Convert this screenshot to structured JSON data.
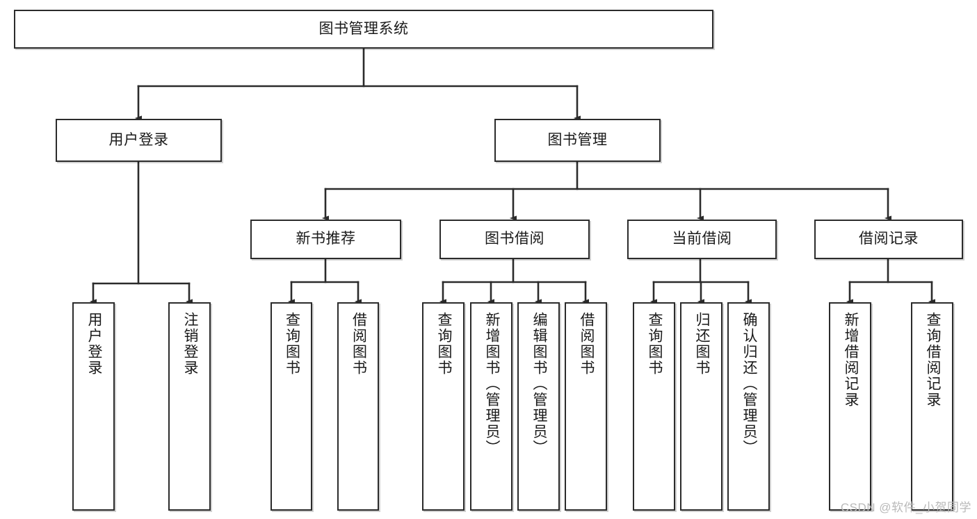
{
  "diagram": {
    "title": "图书管理系统",
    "watermark": "CSDN @软件_小贺同学",
    "colors": {
      "stroke": "#2b2b2b",
      "fill": "#ffffff",
      "text": "#1a1a1a",
      "watermark": "#b9b9b9"
    },
    "levels": {
      "root": "图书管理系统",
      "level1": [
        "用户登录",
        "图书管理"
      ],
      "level2": [
        "新书推荐",
        "图书借阅",
        "当前借阅",
        "借阅记录"
      ]
    }
  },
  "nodes": {
    "root": {
      "label": "图书管理系统"
    },
    "user_login": {
      "label": "用户登录"
    },
    "book_manage": {
      "label": "图书管理"
    },
    "new_book_rec": {
      "label": "新书推荐"
    },
    "book_borrow": {
      "label": "图书借阅"
    },
    "current_borrow": {
      "label": "当前借阅"
    },
    "borrow_record": {
      "label": "借阅记录"
    },
    "leaf_user_login": {
      "label": "用户登录"
    },
    "leaf_logout": {
      "label": "注销登录"
    },
    "leaf_query_book_a": {
      "label": "查询图书"
    },
    "leaf_borrow_book_a": {
      "label": "借阅图书"
    },
    "leaf_query_book_b": {
      "label": "查询图书"
    },
    "leaf_add_book": {
      "label": "新增图书（管理员）"
    },
    "leaf_edit_book": {
      "label": "编辑图书（管理员）"
    },
    "leaf_borrow_book_b": {
      "label": "借阅图书"
    },
    "leaf_query_book_c": {
      "label": "查询图书"
    },
    "leaf_return_book": {
      "label": "归还图书"
    },
    "leaf_confirm_return": {
      "label": "确认归还（管理员）"
    },
    "leaf_add_record": {
      "label": "新增借阅记录"
    },
    "leaf_query_record": {
      "label": "查询借阅记录"
    }
  },
  "chart_data": {
    "type": "tree-diagram",
    "title": "图书管理系统",
    "root": "图书管理系统",
    "tree": [
      {
        "label": "用户登录",
        "children": [
          "用户登录",
          "注销登录"
        ]
      },
      {
        "label": "图书管理",
        "children": [
          {
            "label": "新书推荐",
            "children": [
              "查询图书",
              "借阅图书"
            ]
          },
          {
            "label": "图书借阅",
            "children": [
              "查询图书",
              "新增图书（管理员）",
              "编辑图书（管理员）",
              "借阅图书"
            ]
          },
          {
            "label": "当前借阅",
            "children": [
              "查询图书",
              "归还图书",
              "确认归还（管理员）"
            ]
          },
          {
            "label": "借阅记录",
            "children": [
              "新增借阅记录",
              "查询借阅记录"
            ]
          }
        ]
      }
    ]
  }
}
